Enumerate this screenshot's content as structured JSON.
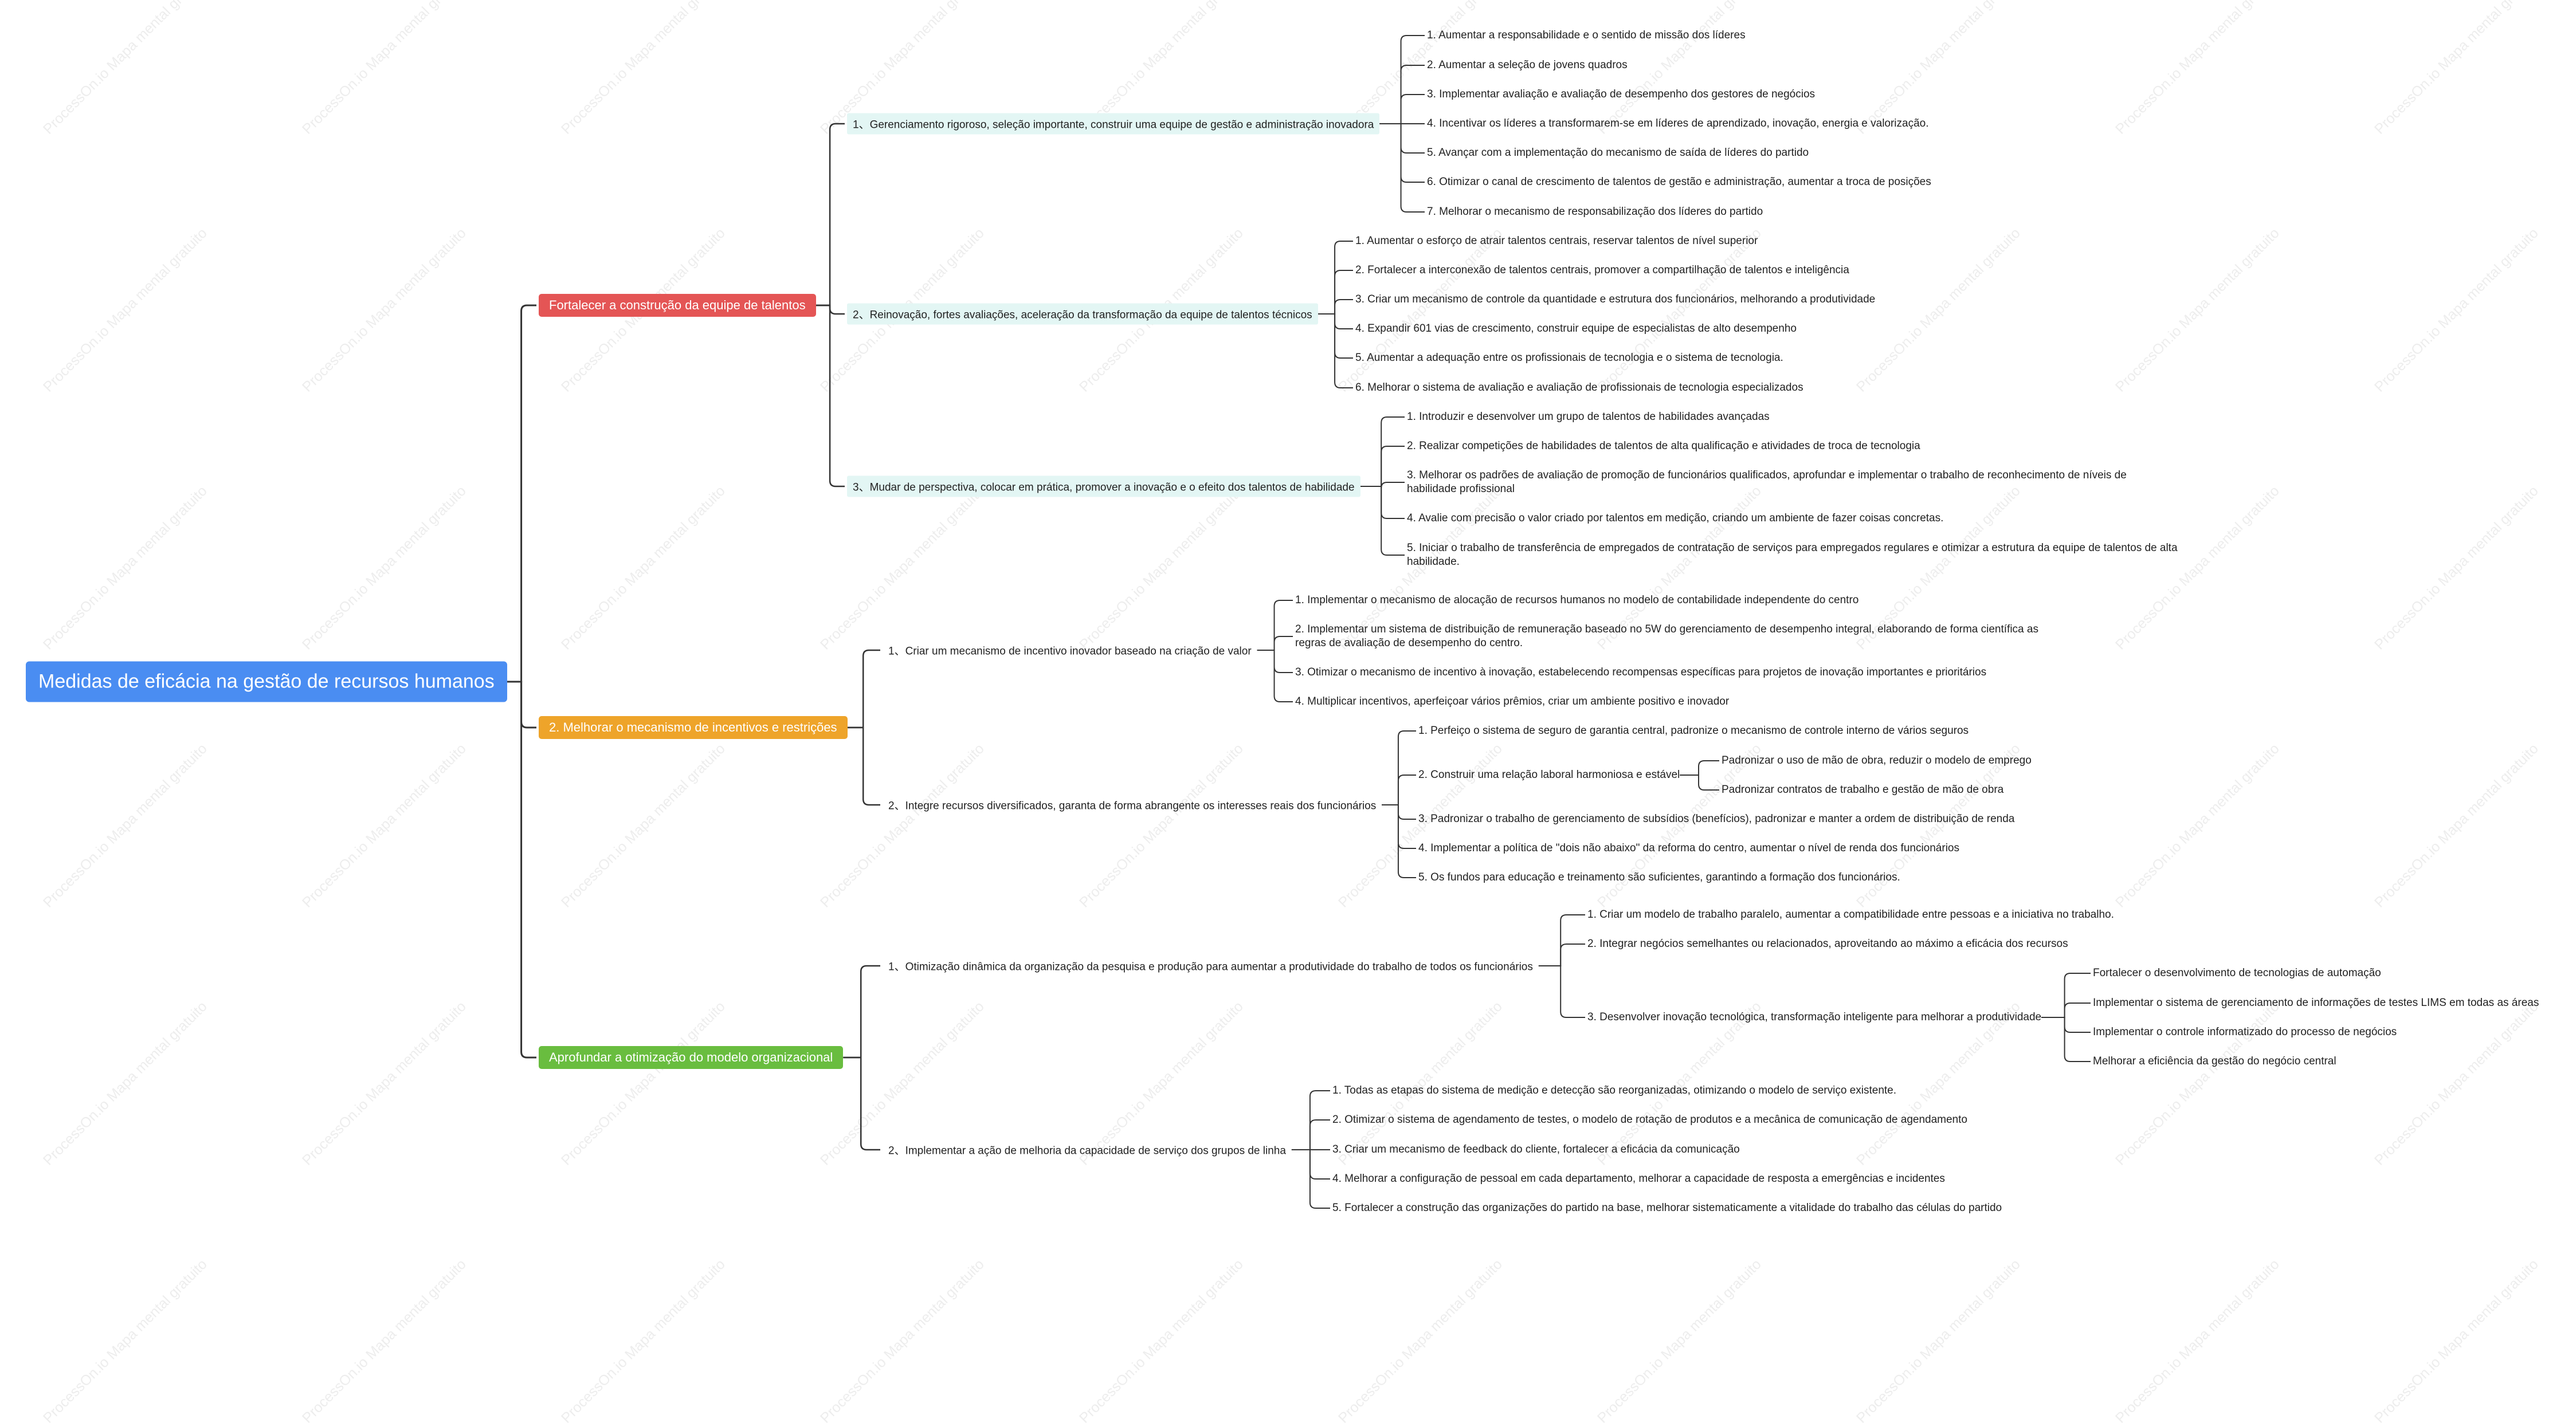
{
  "watermark": "ProcessOn.io Mapa mental gratuito",
  "colors": {
    "root": "#4a8df2",
    "branch1": "#e45555",
    "branch2": "#eea42a",
    "branch3": "#69bd3f",
    "sub_highlight": "#e3f6f4",
    "connector": "#333333"
  },
  "mindmap": {
    "root": "Medidas de eficácia na gestão de recursos humanos",
    "branches": [
      {
        "label": "Fortalecer a construção da equipe de talentos",
        "children": [
          {
            "label": "1、Gerenciamento rigoroso, seleção importante, construir uma equipe de gestão e administração inovadora",
            "children": [
              "1. Aumentar a responsabilidade e o sentido de missão dos líderes",
              "2. Aumentar a seleção de jovens quadros",
              "3. Implementar avaliação e avaliação de desempenho dos gestores de negócios",
              "4. Incentivar os líderes a transformarem-se em líderes de aprendizado, inovação, energia e valorização.",
              "5. Avançar com a implementação do mecanismo de saída de líderes do partido",
              "6. Otimizar o canal de crescimento de talentos de gestão e administração, aumentar a troca de posições",
              "7. Melhorar o mecanismo de responsabilização dos líderes do partido"
            ]
          },
          {
            "label": "2、Reinovação, fortes avaliações, aceleração da transformação da equipe de talentos técnicos",
            "children": [
              "1. Aumentar o esforço de atrair talentos centrais, reservar talentos de nível superior",
              "2. Fortalecer a interconexão de talentos centrais, promover a compartilhação de talentos e inteligência",
              "3. Criar um mecanismo de controle da quantidade e estrutura dos funcionários, melhorando a produtividade",
              "4. Expandir 601 vias de crescimento, construir equipe de especialistas de alto desempenho",
              "5. Aumentar a adequação entre os profissionais de tecnologia e o sistema de tecnologia.",
              "6. Melhorar o sistema de avaliação e avaliação de profissionais de tecnologia especializados"
            ]
          },
          {
            "label": "3、Mudar de perspectiva, colocar em prática, promover a inovação e o efeito dos talentos de habilidade",
            "children": [
              "1. Introduzir e desenvolver um grupo de talentos de habilidades avançadas",
              "2. Realizar competições de habilidades de talentos de alta qualificação e atividades de troca de tecnologia",
              "3. Melhorar os padrões de avaliação de promoção de funcionários qualificados, aprofundar e implementar o trabalho de reconhecimento de níveis de habilidade profissional",
              "4. Avalie com precisão o valor criado por talentos em medição, criando um ambiente de fazer coisas concretas.",
              "5. Iniciar o trabalho de transferência de empregados de contratação de serviços para empregados regulares e otimizar a estrutura da equipe de talentos de alta habilidade."
            ]
          }
        ]
      },
      {
        "label": "2. Melhorar o mecanismo de incentivos e restrições",
        "children": [
          {
            "label": "1、Criar um mecanismo de incentivo inovador baseado na criação de valor",
            "children": [
              "1. Implementar o mecanismo de alocação de recursos humanos no modelo de contabilidade independente do centro",
              "2. Implementar um sistema de distribuição de remuneração baseado no 5W do gerenciamento de desempenho integral, elaborando de forma científica as regras de avaliação de desempenho do centro.",
              "3. Otimizar o mecanismo de incentivo à inovação, estabelecendo recompensas específicas para projetos de inovação importantes e prioritários",
              "4. Multiplicar incentivos, aperfeiçoar vários prêmios, criar um ambiente positivo e inovador"
            ]
          },
          {
            "label": "2、Integre recursos diversificados, garanta de forma abrangente os interesses reais dos funcionários",
            "children": [
              "1. Perfeiço o sistema de seguro de garantia central, padronize o mecanismo de controle interno de vários seguros",
              {
                "label": "2. Construir uma relação laboral harmoniosa e estável",
                "children": [
                  "Padronizar o uso de mão de obra, reduzir o modelo de emprego",
                  "Padronizar contratos de trabalho e gestão de mão de obra"
                ]
              },
              "3. Padronizar o trabalho de gerenciamento de subsídios (benefícios), padronizar e manter a ordem de distribuição de renda",
              "4. Implementar a política de \"dois não abaixo\" da reforma do centro, aumentar o nível de renda dos funcionários",
              "5. Os fundos para educação e treinamento são suficientes, garantindo a formação dos funcionários."
            ]
          }
        ]
      },
      {
        "label": "Aprofundar a otimização do modelo organizacional",
        "children": [
          {
            "label": "1、Otimização dinâmica da organização da pesquisa e produção para aumentar a produtividade do trabalho de todos os funcionários",
            "children": [
              "1. Criar um modelo de trabalho paralelo, aumentar a compatibilidade entre pessoas e a iniciativa no trabalho.",
              "2. Integrar negócios semelhantes ou relacionados, aproveitando ao máximo a eficácia dos recursos",
              {
                "label": "3. Desenvolver inovação tecnológica, transformação inteligente para melhorar a produtividade",
                "children": [
                  "Fortalecer o desenvolvimento de tecnologias de automação",
                  "Implementar o sistema de gerenciamento de informações de testes LIMS em todas as áreas",
                  "Implementar o controle informatizado do processo de negócios",
                  "Melhorar a eficiência da gestão do negócio central"
                ]
              }
            ]
          },
          {
            "label": "2、Implementar a ação de melhoria da capacidade de serviço dos grupos de linha",
            "children": [
              "1. Todas as etapas do sistema de medição e detecção são reorganizadas, otimizando o modelo de serviço existente.",
              "2. Otimizar o sistema de agendamento de testes, o modelo de rotação de produtos e a mecânica de comunicação de agendamento",
              "3. Criar um mecanismo de feedback do cliente, fortalecer a eficácia da comunicação",
              "4. Melhorar a configuração de pessoal em cada departamento, melhorar a capacidade de resposta a emergências e incidentes",
              "5. Fortalecer a construção das organizações do partido na base, melhorar sistematicamente a vitalidade do trabalho das células do partido"
            ]
          }
        ]
      }
    ]
  }
}
